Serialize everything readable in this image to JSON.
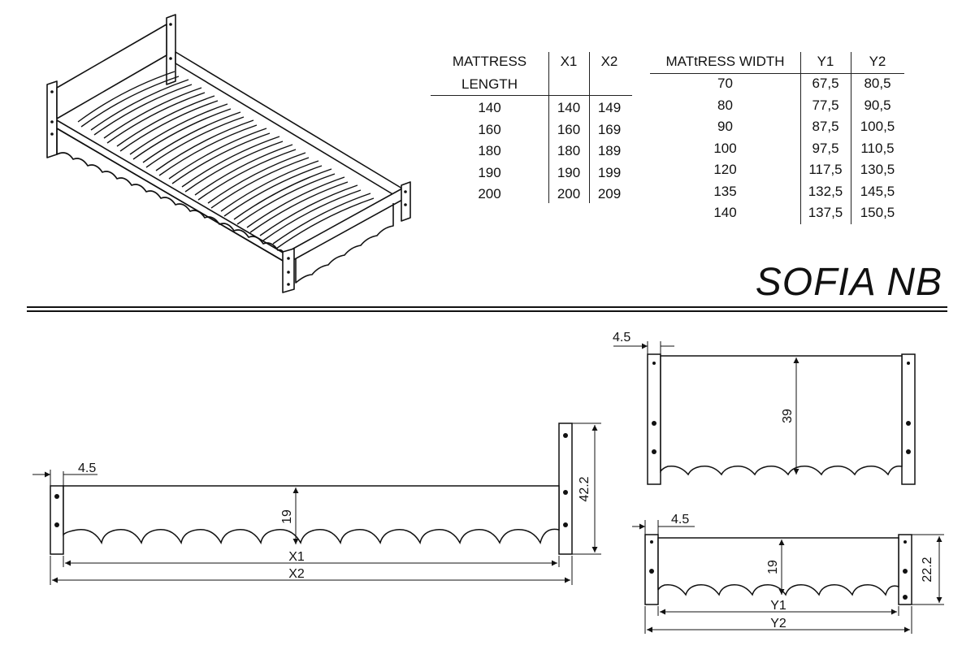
{
  "product_title": "SOFIA NB",
  "length_table": {
    "headers": {
      "mattress_line1": "MATTRESS",
      "mattress_line2": "LENGTH",
      "x1": "X1",
      "x2": "X2"
    },
    "rows": [
      {
        "length": "140",
        "x1": "140",
        "x2": "149"
      },
      {
        "length": "160",
        "x1": "160",
        "x2": "169"
      },
      {
        "length": "180",
        "x1": "180",
        "x2": "189"
      },
      {
        "length": "190",
        "x1": "190",
        "x2": "199"
      },
      {
        "length": "200",
        "x1": "200",
        "x2": "209"
      }
    ]
  },
  "width_table": {
    "headers": {
      "mattress_width": "MATtRESS WIDTH",
      "y1": "Y1",
      "y2": "Y2"
    },
    "rows": [
      {
        "width": "70",
        "y1": "67,5",
        "y2": "80,5"
      },
      {
        "width": "80",
        "y1": "77,5",
        "y2": "90,5"
      },
      {
        "width": "90",
        "y1": "87,5",
        "y2": "100,5"
      },
      {
        "width": "100",
        "y1": "97,5",
        "y2": "110,5"
      },
      {
        "width": "120",
        "y1": "117,5",
        "y2": "130,5"
      },
      {
        "width": "135",
        "y1": "132,5",
        "y2": "145,5"
      },
      {
        "width": "140",
        "y1": "137,5",
        "y2": "150,5"
      }
    ]
  },
  "side_view": {
    "post_width": "4.5",
    "panel_height": "19",
    "total_height": "42.2",
    "inner_label": "X1",
    "outer_label": "X2"
  },
  "head_view": {
    "post_width": "4.5",
    "panel_height": "39"
  },
  "foot_view": {
    "post_width": "4.5",
    "panel_height": "19",
    "total_height": "22.2",
    "inner_label": "Y1",
    "outer_label": "Y2"
  }
}
